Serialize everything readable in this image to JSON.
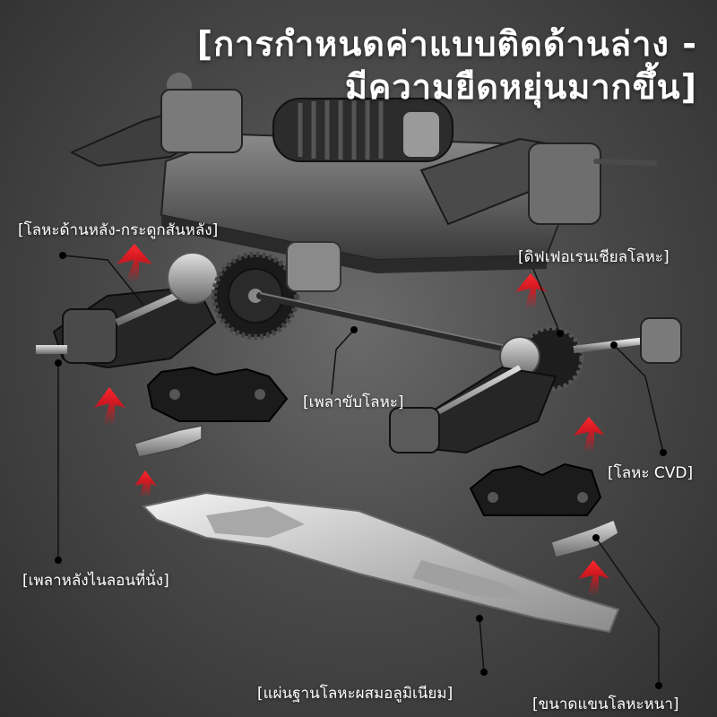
{
  "headline": {
    "line1": "[การกำหนดค่าแบบติดด้านล่าง -",
    "line2": "มีความยืดหยุ่นมากขึ้น]"
  },
  "labels": {
    "rear_metal_spine": "[โลหะด้านหลัง-กระดูกสันหลัง]",
    "metal_differential": "[ดิฟเฟอเรนเชียลโลหะ]",
    "metal_drive_shaft": "[เพลาขับโลหะ]",
    "cvd_metal": "[โลหะ CVD]",
    "rear_axle_nylon_seat": "[เพลาหลังไนลอนที่นั่ง]",
    "aluminum_alloy_base_plate": "[แผ่นฐานโลหะผสมอลูมิเนียม]",
    "thick_metal_arm": "[ขนาดแขนโลหะหนา]"
  },
  "colors": {
    "text": "#ffffff",
    "arrow": "#e8101a",
    "metal_dark": "#1c1c1c",
    "metal_light": "#c9c9c9"
  }
}
